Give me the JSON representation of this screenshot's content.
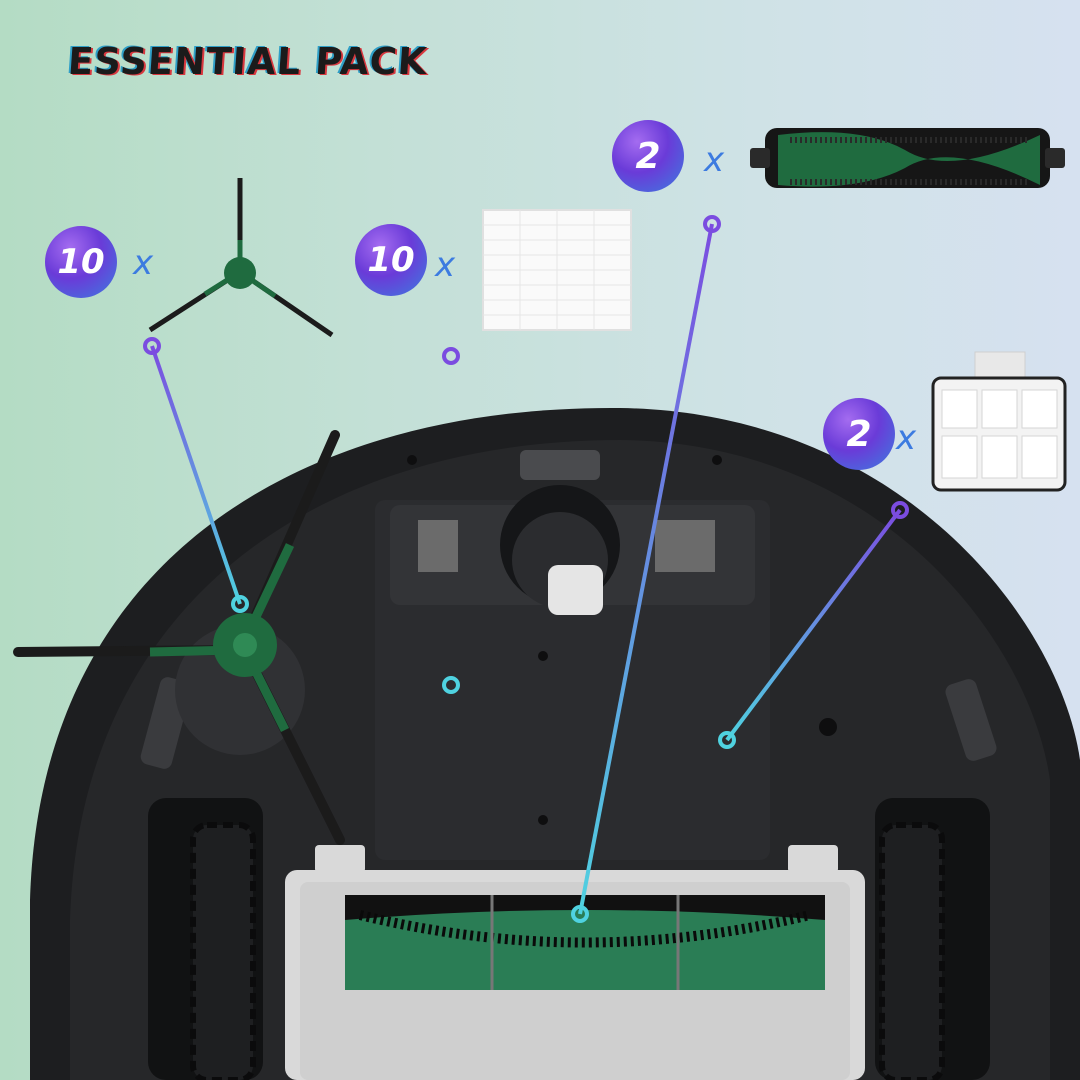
{
  "title": "ESSENTIAL PACK",
  "callouts": [
    {
      "id": "side-brush",
      "count": "10",
      "times": "x"
    },
    {
      "id": "hepa-filter",
      "count": "10",
      "times": "x"
    },
    {
      "id": "main-brush",
      "count": "2",
      "times": "x"
    },
    {
      "id": "dust-bin-filter",
      "count": "2",
      "times": "x"
    }
  ],
  "colors": {
    "accent_purple": "#7b4ce0",
    "accent_blue": "#3c7be0",
    "brush_green": "#1f6b3f",
    "robot_dark": "#1d1e20"
  }
}
